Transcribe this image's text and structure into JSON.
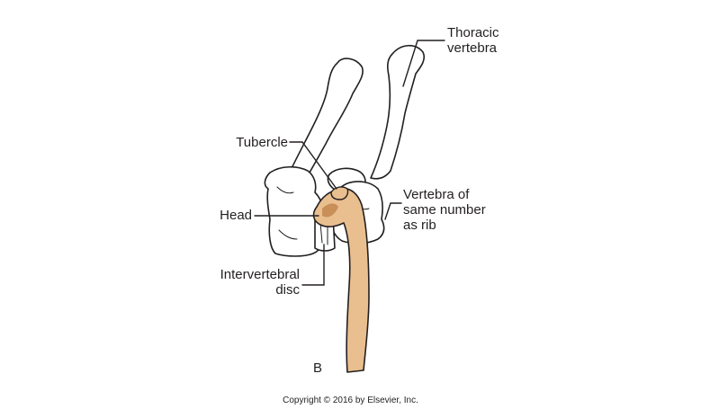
{
  "labels": {
    "thoracic_vertebra": "Thoracic\nvertebra",
    "tubercle": "Tubercle",
    "head": "Head",
    "intervertebral_disc": "Intervertebral\ndisc",
    "vertebra_same_number": "Vertebra of\nsame number\nas rib",
    "panel": "B"
  },
  "copyright": "Copyright © 2016 by Elsevier, Inc.",
  "colors": {
    "bone_outline": "#231f20",
    "bone_fill": "#ffffff",
    "rib_fill": "#e9bf8f",
    "rib_shade": "#c98f58",
    "leader": "#231f20"
  }
}
